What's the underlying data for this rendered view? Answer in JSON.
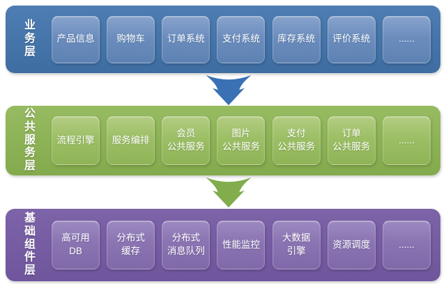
{
  "diagram": {
    "layers": [
      {
        "id": "business",
        "label": "业\n务\n层",
        "colors": {
          "band_top": "#4d7db2",
          "band_bottom": "#3e6da2",
          "box_top": "#88a3cc",
          "box_mid": "#6b8dbe",
          "box_bottom": "#5d82b2"
        },
        "items": [
          "产品信息",
          "购物车",
          "订单系统",
          "支付系统",
          "库存系统",
          "评价系统",
          "......"
        ]
      },
      {
        "id": "services",
        "label": "公\n共\n服\n务\n层",
        "colors": {
          "band_top": "#97bb61",
          "band_bottom": "#83aa4c",
          "box_top": "#b3cc82",
          "box_mid": "#9cbf65",
          "box_bottom": "#8fb457"
        },
        "items": [
          "流程引擎",
          "服务编排",
          "会员\n公共服务",
          "图片\n公共服务",
          "支付\n公共服务",
          "订单\n公共服务",
          "......"
        ]
      },
      {
        "id": "components",
        "label": "基\n础\n组\n件\n层",
        "colors": {
          "band_top": "#7d63a8",
          "band_bottom": "#6f559c",
          "box_top": "#9c89c1",
          "box_mid": "#8a74b2",
          "box_bottom": "#8069a9"
        },
        "items": [
          "高可用\nDB",
          "分布式\n缓存",
          "分布式\n消息队列",
          "性能监控",
          "大数据\n引擎",
          "资源调度",
          "......"
        ]
      }
    ],
    "arrows": [
      {
        "id": "business-to-services",
        "color": "#3a70b4"
      },
      {
        "id": "services-to-components",
        "color": "#81ad4c"
      }
    ]
  }
}
